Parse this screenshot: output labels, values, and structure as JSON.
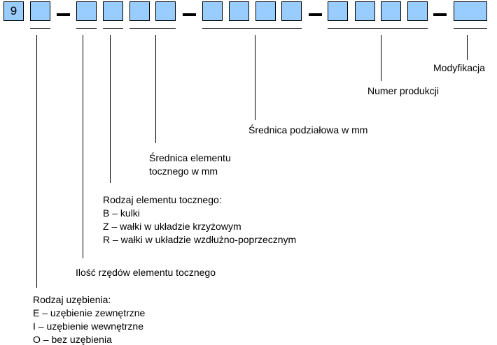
{
  "code": {
    "first_digit": "9"
  },
  "labels": {
    "modification": "Modyfikacja",
    "production_number": "Numer produkcji",
    "pitch_diameter": "Średnica podziałowa w mm",
    "rolling_element_diameter": [
      "Średnica elementu",
      "tocznego w mm"
    ],
    "rolling_element_type": {
      "title": "Rodzaj elementu tocznego:",
      "options": [
        "B – kulki",
        "Z – wałki w układzie krzyżowym",
        "R – wałki w układzie wzdłużno-poprzecznym"
      ]
    },
    "row_count": "Ilość rzędów elementu tocznego",
    "gearing_type": {
      "title": "Rodzaj uzębienia:",
      "options": [
        "E – uzębienie zewnętrzne",
        "I – uzębienie wewnętrzne",
        "O – bez uzębienia"
      ]
    }
  },
  "colors": {
    "box_fill": "#99ccff"
  }
}
